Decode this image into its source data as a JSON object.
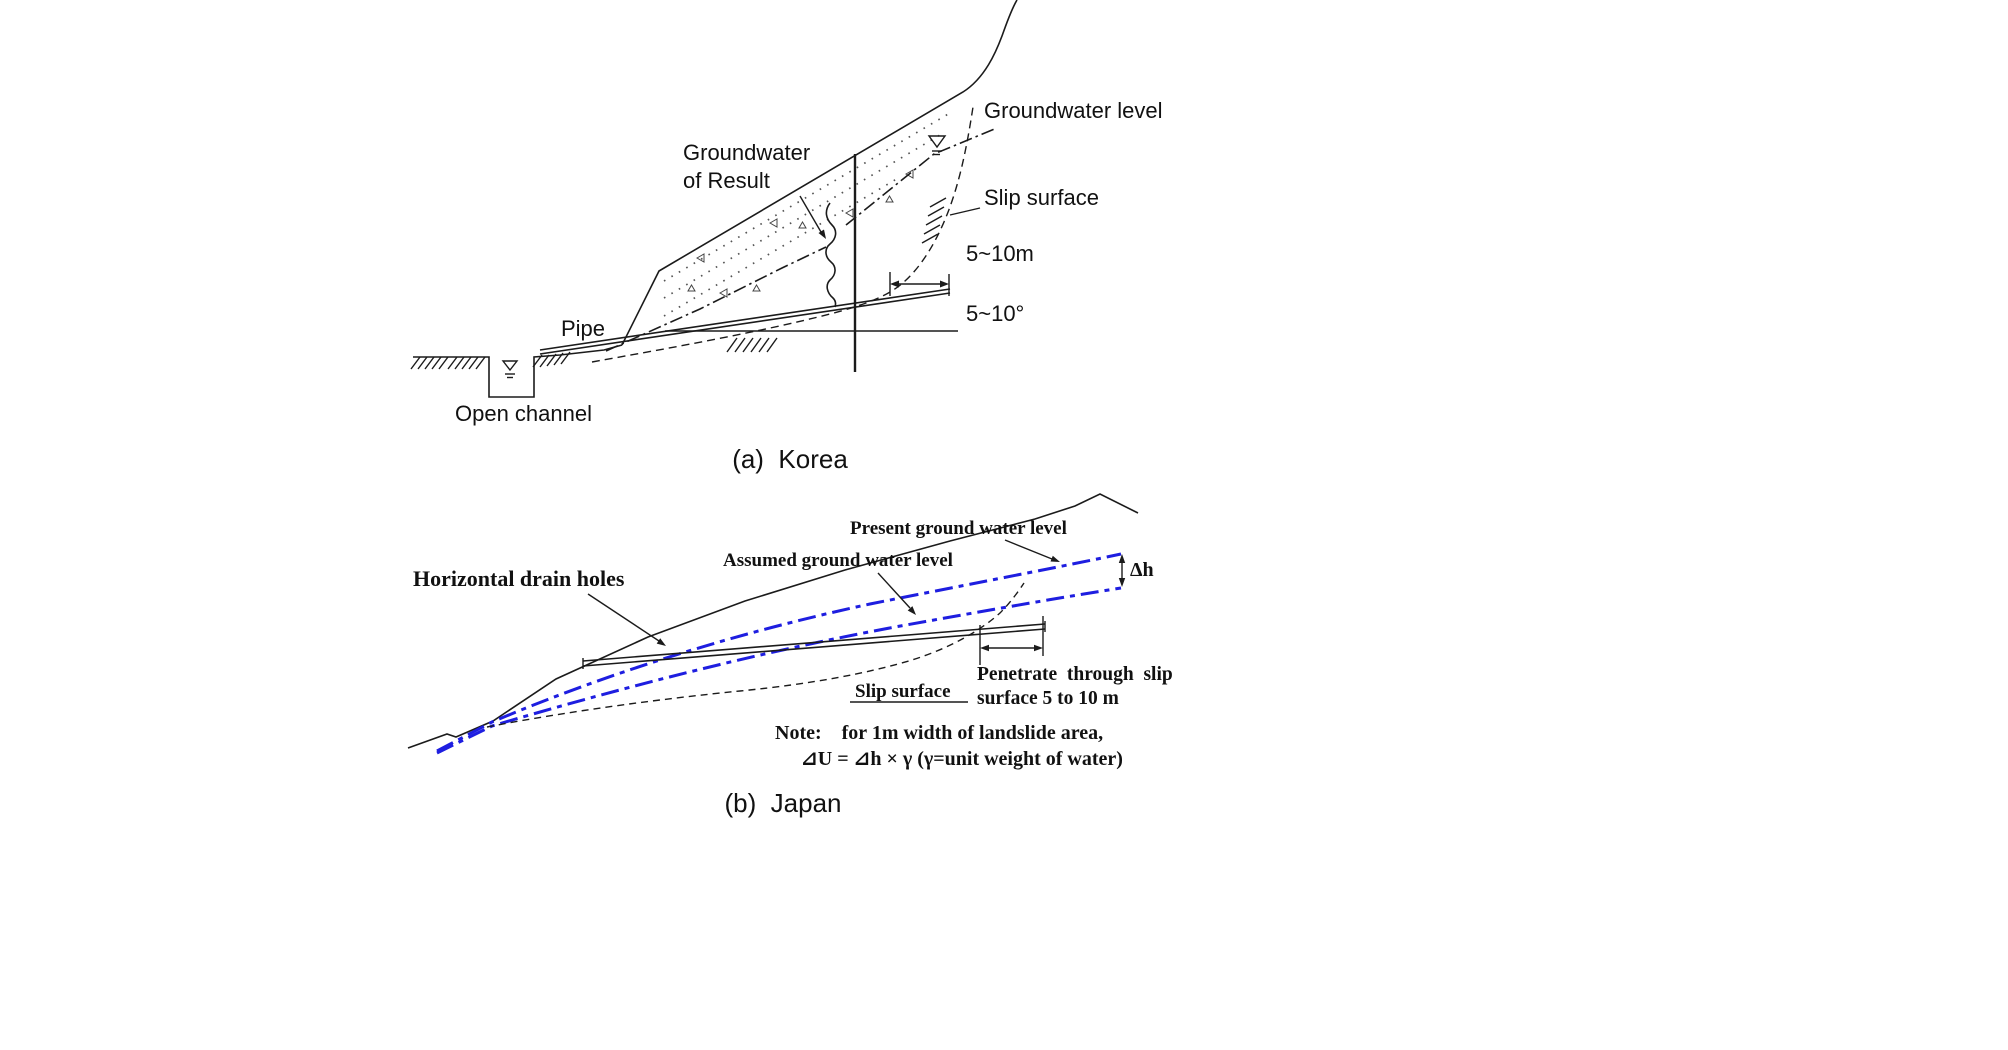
{
  "korea": {
    "caption": "(a)  Korea",
    "labels": {
      "groundwater_result_1": "Groundwater",
      "groundwater_result_2": "of Result",
      "groundwater_level": "Groundwater level",
      "slip_surface": "Slip surface",
      "length": "5~10m",
      "angle": "5~10°",
      "pipe": "Pipe",
      "open_channel": "Open channel"
    }
  },
  "japan": {
    "caption": "(b)  Japan",
    "labels": {
      "drain_holes": "Horizontal drain holes",
      "present_gwl": "Present ground water level",
      "assumed_gwl": "Assumed ground water level",
      "slip_surface": "Slip surface",
      "penetrate_1": "Penetrate  through  slip",
      "penetrate_2": "surface 5 to 10 m",
      "delta_h": "Δh",
      "note_1": "Note:    for 1m width of landslide area,",
      "note_2": "⊿U = ⊿h × γ (γ=unit weight of water)"
    },
    "colors": {
      "groundwater_blue": "#1e1ee0"
    }
  }
}
